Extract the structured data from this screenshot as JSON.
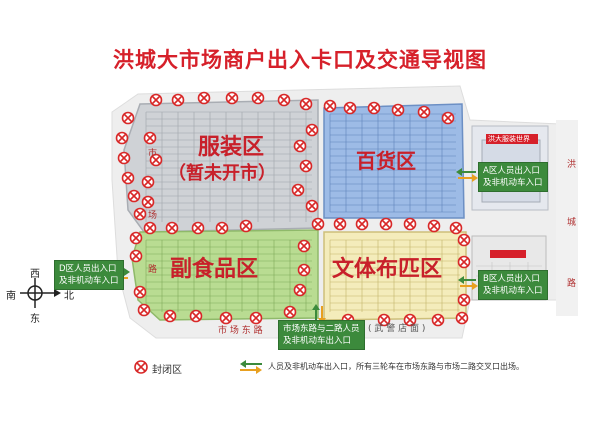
{
  "title": "洪城大市场商户出入卡口及交通导视图",
  "zones": {
    "clothing": {
      "name": "服装区",
      "note": "（暂未开市）"
    },
    "department": {
      "name": "百货区"
    },
    "food": {
      "name": "副食品区"
    },
    "textile": {
      "name": "文体布匹区"
    }
  },
  "roads": {
    "east_road_chars": [
      "洪",
      "城",
      "路"
    ],
    "south_road_chars": [
      "市",
      "场",
      "路"
    ],
    "bottom_road": "市 场 东 路",
    "wujing": "( 武 警 店 面 )"
  },
  "compass": {
    "north": "北",
    "south": "南",
    "east": "东",
    "west": "西"
  },
  "entrances": {
    "a": [
      "A区人员出入口",
      "及非机动车入口"
    ],
    "b": [
      "B区人员出入口",
      "及非机动车入口"
    ],
    "c": [
      "市场东路与二路人员",
      "及非机动车出入口"
    ],
    "d": [
      "D区人员出入口",
      "及非机动车入口"
    ]
  },
  "building_sign": "洪大服装世界",
  "legend": {
    "closed": "封闭区",
    "arrow_desc": "人员及非机动车出入口，所有三轮车在市场东路与市场二路交叉口出场。"
  },
  "colors": {
    "title": "#d6202a",
    "clothing_zone": "#cfd2d6",
    "department_zone": "#9dbbe6",
    "food_zone": "#b9dc92",
    "textile_zone": "#f4ecbb",
    "zone_text": "#c8202a",
    "sign_bg": "#3c8a3c",
    "closed_mark": "#d82828"
  }
}
